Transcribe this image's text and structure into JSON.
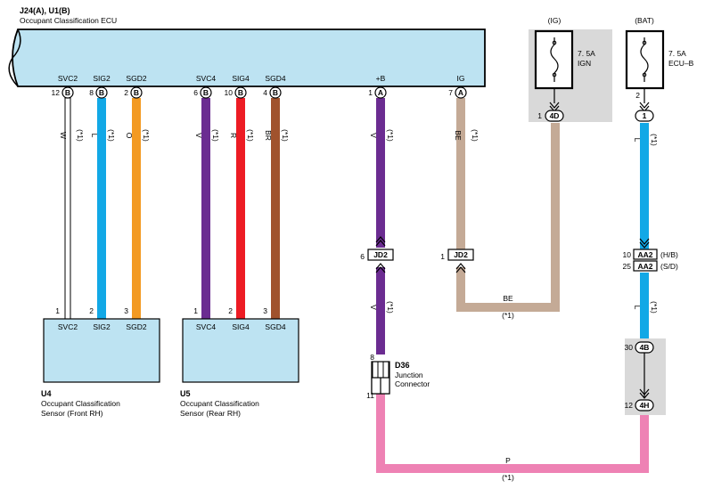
{
  "ecu": {
    "id": "J24(A), U1(B)",
    "name": "Occupant Classification ECU",
    "pins": [
      {
        "label": "SVC2",
        "num": "12",
        "conn": "B"
      },
      {
        "label": "SIG2",
        "num": "8",
        "conn": "B"
      },
      {
        "label": "SGD2",
        "num": "2",
        "conn": "B"
      },
      {
        "label": "SVC4",
        "num": "6",
        "conn": "B"
      },
      {
        "label": "SIG4",
        "num": "10",
        "conn": "B"
      },
      {
        "label": "SGD4",
        "num": "4",
        "conn": "B"
      },
      {
        "label": "+B",
        "num": "1",
        "conn": "A"
      },
      {
        "label": "IG",
        "num": "7",
        "conn": "A"
      }
    ]
  },
  "wires": [
    {
      "code": "W",
      "note": "(*1)",
      "color": "#ffffff"
    },
    {
      "code": "L",
      "note": "(*1)",
      "color": "#12a8e6"
    },
    {
      "code": "O",
      "note": "(*1)",
      "color": "#f39a22"
    },
    {
      "code": "V",
      "note": "(*1)",
      "color": "#6b2c91"
    },
    {
      "code": "R",
      "note": "(*1)",
      "color": "#ed1c24"
    },
    {
      "code": "BR",
      "note": "(*1)",
      "color": "#a0522d"
    },
    {
      "code": "V",
      "note": "(*1)",
      "color": "#6b2c91"
    },
    {
      "code": "BE",
      "note": "(*1)",
      "color": "#c4aa96"
    },
    {
      "code": "L",
      "note": "(*1)",
      "color": "#12a8e6"
    },
    {
      "code": "V",
      "note": "(*1)",
      "color": "#6b2c91"
    },
    {
      "code": "BE",
      "note": "(*1)",
      "color": "#c4aa96"
    },
    {
      "code": "L",
      "note": "(*1)",
      "color": "#12a8e6"
    },
    {
      "code": "P",
      "note": "(*1)",
      "color": "#ee82b4"
    }
  ],
  "sensor_front": {
    "id": "U4",
    "name_line1": "Occupant Classification",
    "name_line2": "Sensor (Front RH)",
    "pins": [
      {
        "num": "1",
        "label": "SVC2"
      },
      {
        "num": "2",
        "label": "SIG2"
      },
      {
        "num": "3",
        "label": "SGD2"
      }
    ]
  },
  "sensor_rear": {
    "id": "U5",
    "name_line1": "Occupant Classification",
    "name_line2": "Sensor (Rear RH)",
    "pins": [
      {
        "num": "1",
        "label": "SVC4"
      },
      {
        "num": "2",
        "label": "SIG4"
      },
      {
        "num": "3",
        "label": "SGD4"
      }
    ]
  },
  "fuse_ig": {
    "source": "(IG)",
    "rating": "7. 5A",
    "name": "IGN",
    "pin": "1",
    "conn": "4D"
  },
  "fuse_bat": {
    "source": "(BAT)",
    "rating": "7. 5A",
    "name": "ECU–B",
    "pin": "2",
    "conn": "1"
  },
  "connectors": {
    "jd2_a": {
      "pin": "6",
      "code": "JD2"
    },
    "jd2_b": {
      "pin": "1",
      "code": "JD2"
    },
    "aa2_hb": {
      "pin": "10",
      "code": "AA2",
      "note": "(H/B)"
    },
    "aa2_sd": {
      "pin": "25",
      "code": "AA2",
      "note": "(S/D)"
    },
    "c4b": {
      "pin": "30",
      "code": "4B"
    },
    "c4h": {
      "pin": "12",
      "code": "4H"
    }
  },
  "junction": {
    "id": "D36",
    "line1": "Junction",
    "line2": "Connector",
    "pin_top": "8",
    "pin_bottom": "11"
  }
}
